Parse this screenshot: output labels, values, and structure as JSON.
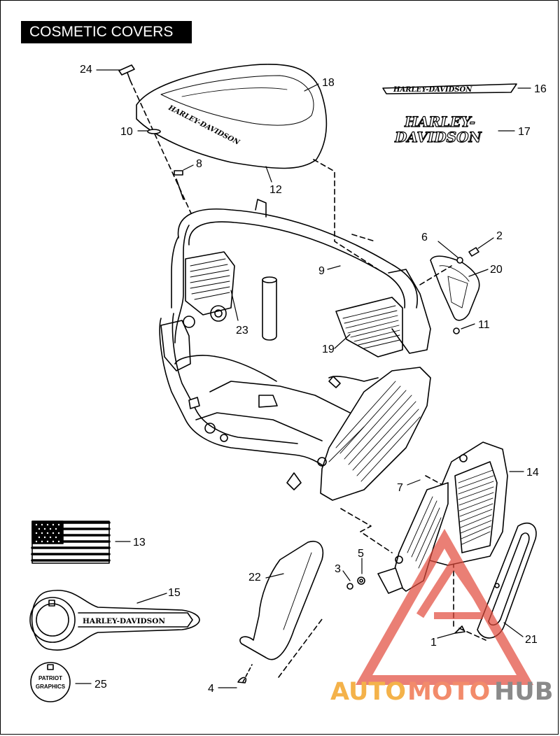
{
  "title": "COSMETIC COVERS",
  "callouts": [
    "1",
    "2",
    "3",
    "4",
    "5",
    "6",
    "7",
    "8",
    "9",
    "10",
    "11",
    "12",
    "13",
    "14",
    "15",
    "16",
    "17",
    "18",
    "19",
    "20",
    "21",
    "22",
    "23",
    "24",
    "25"
  ],
  "emblems": {
    "script_logo": "HARLEY-DAVIDSON",
    "large_logo_line1": "HARLEY-",
    "large_logo_line2": "DAVIDSON",
    "tank_cover_text": "HARLEY-DAVIDSON",
    "medallion_text": "HARLEY-DAVIDSON",
    "patriot_line1": "PATRIOT",
    "patriot_line2": "GRAPHICS"
  },
  "watermark": {
    "part1": "AUTO",
    "part2": "MOTO",
    "part3": "HUB"
  },
  "colors": {
    "line": "#000000",
    "watermark_red": "#e24a3b",
    "watermark_orange": "#f4b24a",
    "watermark_grey": "#8a8a8a"
  }
}
